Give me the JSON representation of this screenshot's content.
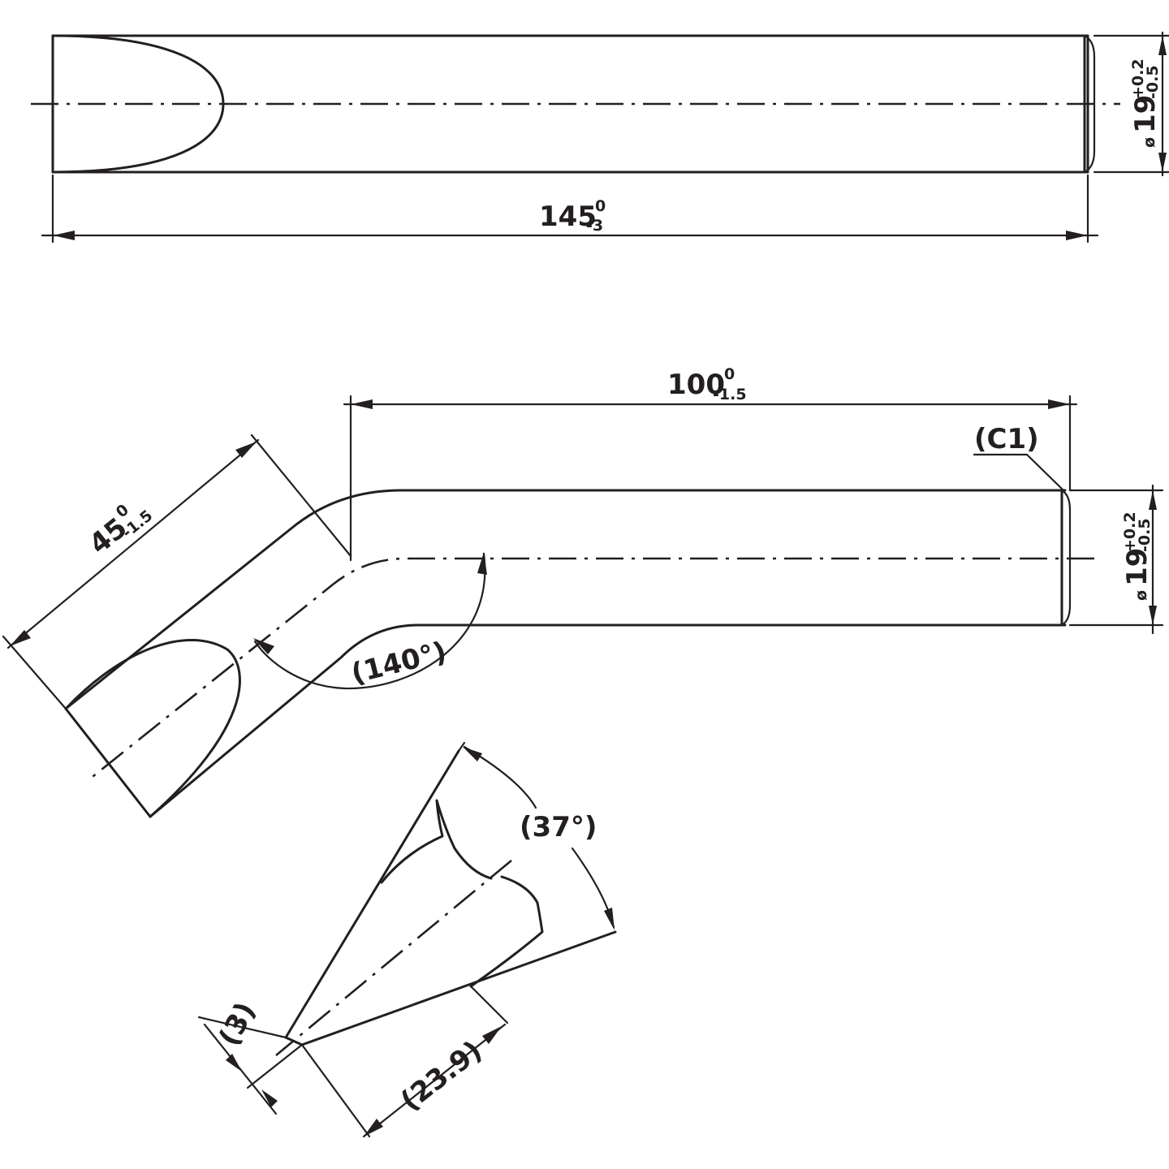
{
  "view_straight": {
    "length": {
      "base": "145",
      "tol": "0",
      "tol_minus": "-3"
    },
    "diameter": {
      "prefix": "ø",
      "base": "19",
      "tol_plus": "+0.2",
      "tol_minus": "-0.5"
    }
  },
  "view_bent": {
    "shaft_length": {
      "base": "100",
      "tol": "0",
      "tol_minus": "-1.5"
    },
    "bent_length": {
      "base": "45",
      "tol": "0",
      "tol_minus": "-1.5"
    },
    "chamfer": "(C1)",
    "angle": "(140°)",
    "diameter": {
      "prefix": "ø",
      "base": "19",
      "tol_plus": "+0.2",
      "tol_minus": "-0.5"
    }
  },
  "view_tip": {
    "angle": "(37°)",
    "tip_width": "(3)",
    "tip_length": "(23.9)"
  }
}
